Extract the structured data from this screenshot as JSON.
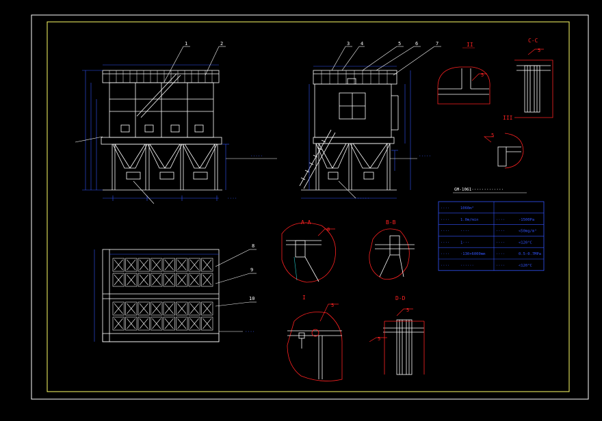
{
  "drawing": {
    "background": "#000000",
    "colors": {
      "frame_outer": "#ffffff",
      "frame_inner": "#ffff66",
      "geometry": "#ffffff",
      "dimension": "#3355ff",
      "annotation": "#ff2222",
      "leader": "#ffffff"
    },
    "title_note": "GM-1061·············",
    "callouts": {
      "front_top_1": "1",
      "front_top_2": "2",
      "side_top_3": "3",
      "side_top_4": "4",
      "side_top_5": "5",
      "side_top_6": "6",
      "side_top_7": "7",
      "plan_8": "8",
      "plan_9": "9",
      "plan_10": "10"
    },
    "section_labels": {
      "cc": "C-C",
      "aa": "A-A",
      "bb": "B-B",
      "dd": "D-D",
      "detail_2": "II",
      "detail_3": "III",
      "detail_1": "I"
    },
    "weld_marks": {
      "w1": "5",
      "w2": "5",
      "w3": "5",
      "w4": "8",
      "w5": "5",
      "w6": "5",
      "w7": "5"
    },
    "spec_table": {
      "rows": [
        [
          "····",
          "1060m²",
          "",
          ""
        ],
        [
          "····",
          "1.0m/min",
          "····",
          "-1500Pa"
        ],
        [
          "····",
          "····",
          "····",
          "<50mg/m³"
        ],
        [
          "····",
          "1···",
          "····",
          "<120°C"
        ],
        [
          "····",
          "·130×6000mm",
          "····",
          "0.5-0.7MPa"
        ],
        [
          "····",
          "······",
          "····",
          "<120°C"
        ]
      ]
    },
    "tags": {
      "front_right_tag": "·····",
      "front_bottom_tag": "····",
      "side_right_tag": "·····",
      "side_bottom_tag": "·····",
      "plan_tag": "····"
    }
  }
}
